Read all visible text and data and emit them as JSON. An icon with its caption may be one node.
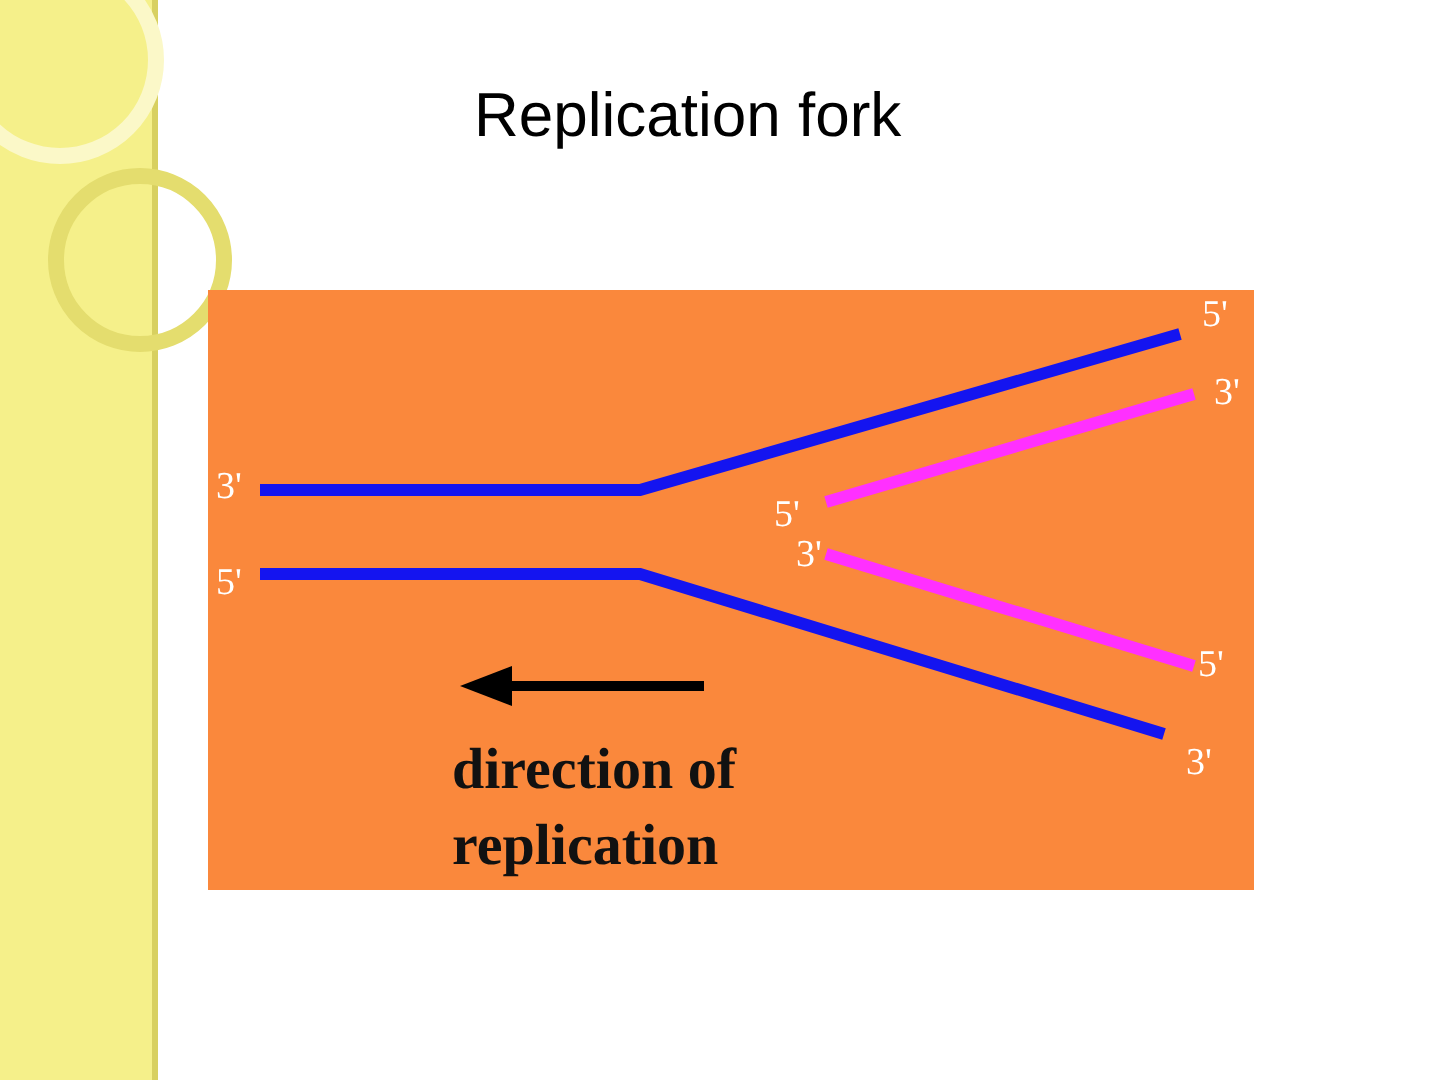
{
  "diagram": {
    "title": "Replication fork",
    "labels": [
      "5'",
      "3'",
      "3'",
      "5'",
      "3'",
      "5'",
      "5'",
      "direction of replication",
      "3'"
    ]
  }
}
